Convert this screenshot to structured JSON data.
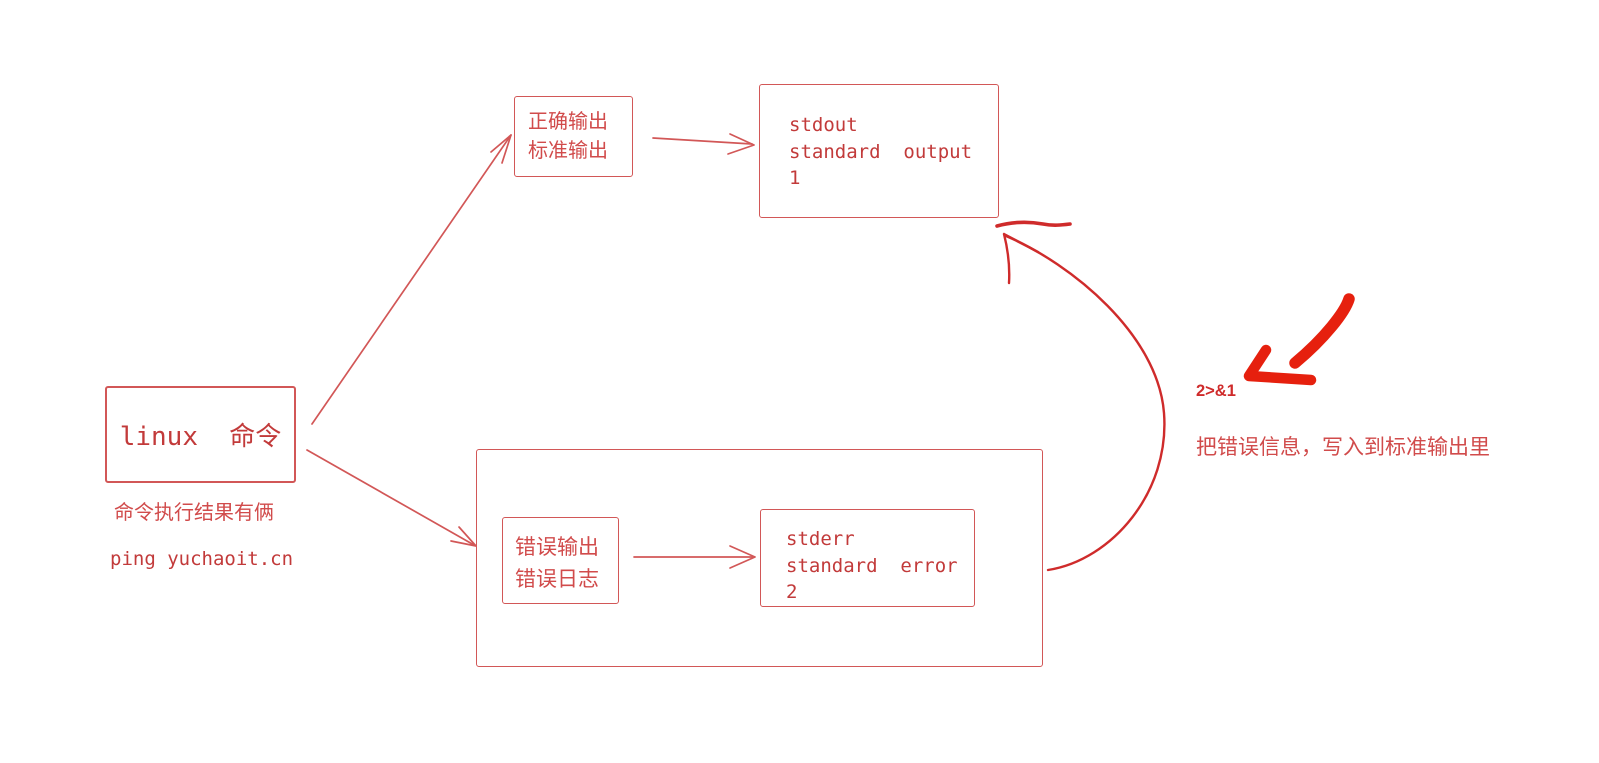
{
  "colors": {
    "background": "#ffffff",
    "sketch": "#d25757",
    "mono-text": "#c23a3a",
    "cjk-text": "#d14b4b",
    "curve": "#cf2b2b",
    "marker": "#e6200e"
  },
  "nodes": {
    "linux": {
      "label": "linux  命令",
      "caption1": "命令执行结果有俩",
      "caption2": "ping yuchaoit.cn"
    },
    "correct": {
      "line1": "正确输出",
      "line2": "标准输出"
    },
    "stdout": {
      "line1": "stdout",
      "line2": "standard  output",
      "line3": "1"
    },
    "error": {
      "line1": "错误输出",
      "line2": "错误日志"
    },
    "stderr": {
      "line1": "stderr",
      "line2": "standard  error",
      "line3": "2"
    },
    "redirect": {
      "label": "2>&1",
      "caption": "把错误信息，写入到标准输出里"
    }
  }
}
